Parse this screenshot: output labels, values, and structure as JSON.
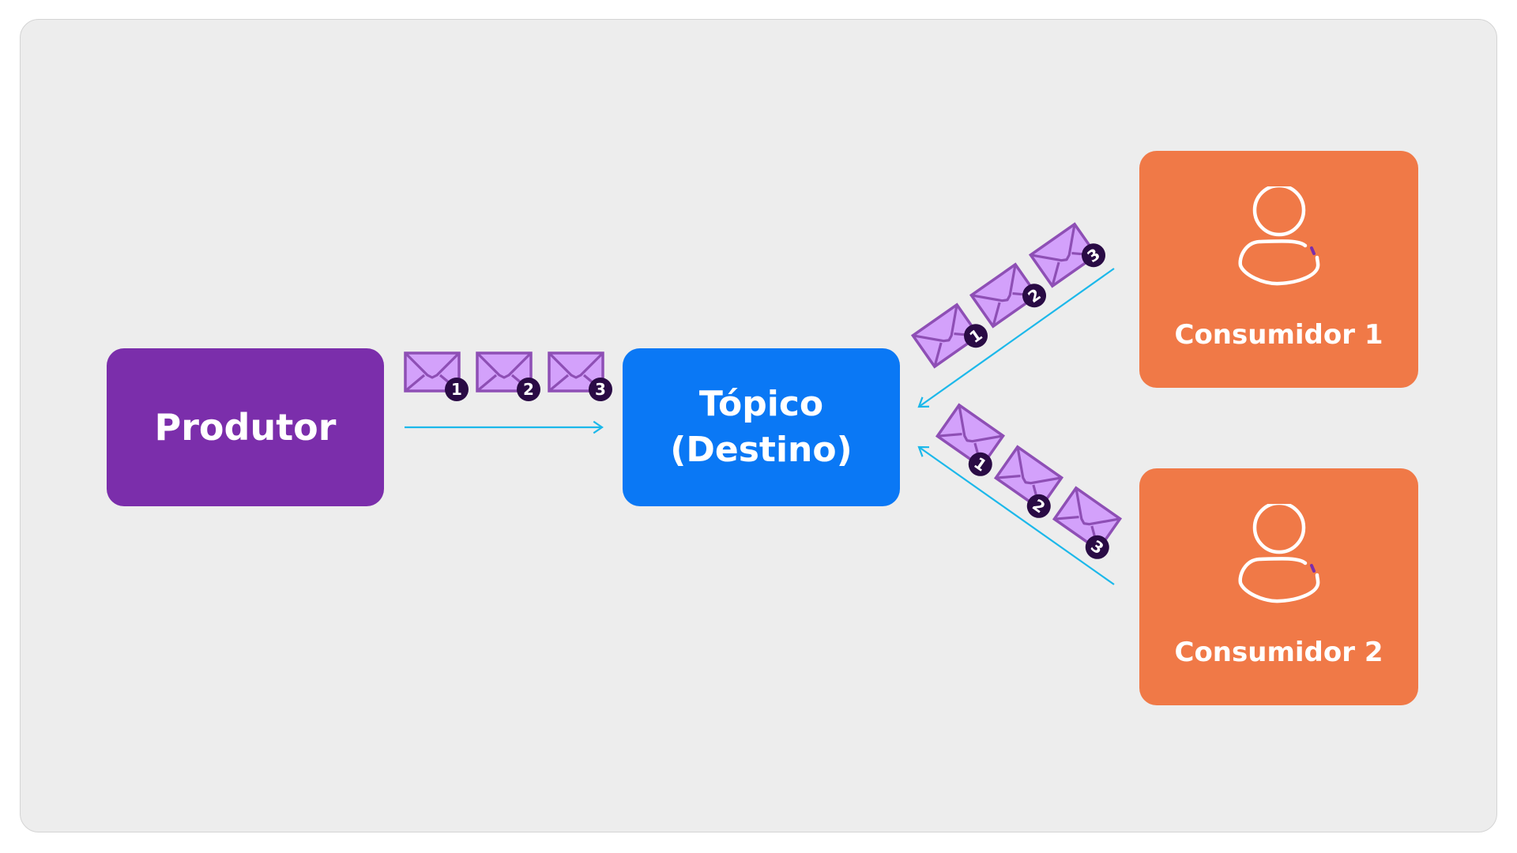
{
  "diagram": {
    "producer": {
      "label": "Produtor",
      "color": "#7b2eab"
    },
    "topic": {
      "label_line1": "Tópico",
      "label_line2": "(Destino)",
      "color": "#0a78f5"
    },
    "consumers": [
      {
        "label": "Consumidor 1",
        "icon": "person-icon",
        "color": "#f07947"
      },
      {
        "label": "Consumidor 2",
        "icon": "person-icon",
        "color": "#f07947"
      }
    ],
    "flows": [
      {
        "from": "Produtor",
        "to": "Tópico (Destino)",
        "messages": [
          "1",
          "2",
          "3"
        ]
      },
      {
        "from": "Consumidor 1",
        "to": "Tópico (Destino)",
        "messages": [
          "1",
          "2",
          "3"
        ]
      },
      {
        "from": "Consumidor 2",
        "to": "Tópico (Destino)",
        "messages": [
          "1",
          "2",
          "3"
        ]
      }
    ],
    "colors": {
      "background": "#ededed",
      "arrow": "#1cb8ea",
      "envelope_fill": "#d3a1fb",
      "envelope_stroke": "#8e4fb5",
      "badge": "#2a0b45"
    }
  }
}
